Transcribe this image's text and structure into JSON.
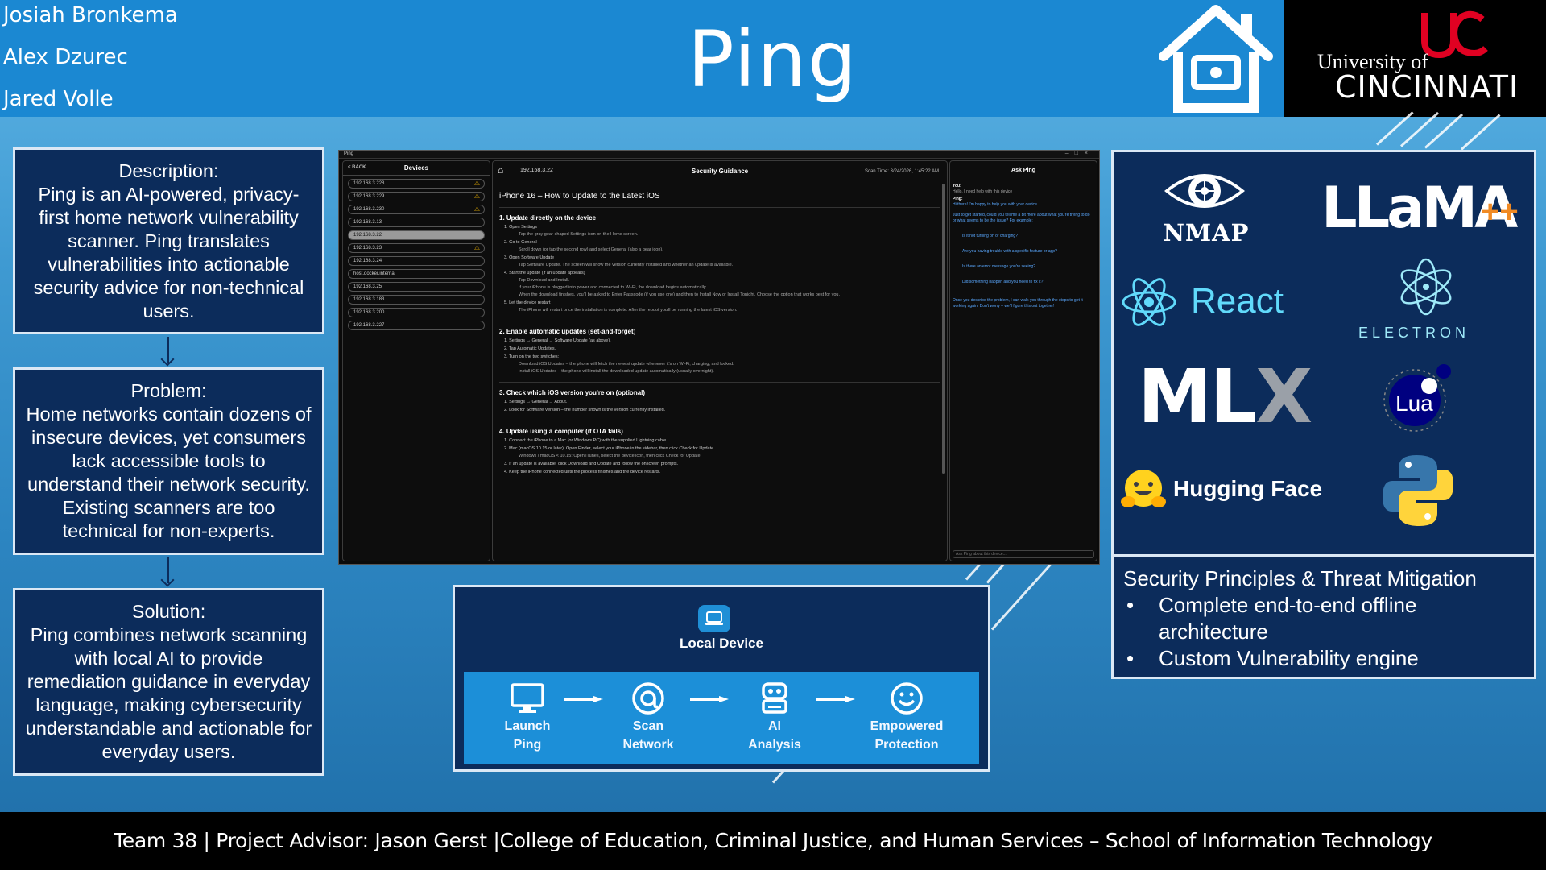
{
  "header": {
    "team_members": [
      "Josiah Bronkema",
      "Alex Dzurec",
      "Jared Volle"
    ],
    "title": "Ping",
    "university": {
      "line1": "University of",
      "line2": "CINCINNATI"
    }
  },
  "left_panels": {
    "description": {
      "heading": "Description:",
      "text": "Ping is an AI-powered, privacy-first home network vulnerability scanner. Ping translates vulnerabilities into actionable security advice for non-technical users."
    },
    "problem": {
      "heading": "Problem:",
      "text": "Home networks contain dozens of insecure devices, yet consumers lack accessible tools to understand their network security. Existing scanners are too technical for non-experts."
    },
    "solution": {
      "heading": "Solution:",
      "text": "Ping combines network scanning with local AI to provide remediation guidance in everyday language, making cybersecurity understandable and actionable for everyday users."
    }
  },
  "app": {
    "window_title": "Ping",
    "devices_panel": {
      "back_label": "< BACK",
      "title": "Devices",
      "items": [
        {
          "label": "192.168.3.228",
          "warn": true
        },
        {
          "label": "192.168.3.229",
          "warn": true
        },
        {
          "label": "192.168.3.230",
          "warn": true
        },
        {
          "label": "192.168.3.13",
          "warn": false
        },
        {
          "label": "192.168.3.22",
          "warn": false,
          "selected": true
        },
        {
          "label": "192.168.3.23",
          "warn": true
        },
        {
          "label": "192.168.3.24",
          "warn": false
        },
        {
          "label": "host.docker.internal",
          "warn": false
        },
        {
          "label": "192.168.3.25",
          "warn": false
        },
        {
          "label": "192.168.3.183",
          "warn": false
        },
        {
          "label": "192.168.3.200",
          "warn": false
        },
        {
          "label": "192.168.3.227",
          "warn": false
        }
      ]
    },
    "guidance_panel": {
      "ip": "192.168.3.22",
      "title": "Security Guidance",
      "scan_time": "Scan Time: 3/24/2026, 1:45:22 AM",
      "doc_title": "iPhone 16 – How to Update to the Latest iOS",
      "sections": [
        {
          "heading": "1. Update directly on the device",
          "lines": [
            "1. Open Settings",
            "Tap the gray gear-shaped Settings icon on the Home screen.",
            "2. Go to General",
            "Scroll down (or tap the second row) and select General (also a gear icon).",
            "3. Open Software Update",
            "Tap Software Update. The screen will show the version currently installed and whether an update is available.",
            "4. Start the update (if an update appears)",
            "Tap Download and Install.",
            "If your iPhone is plugged into power and connected to Wi-Fi, the download begins automatically.",
            "When the download finishes, you'll be asked to Enter Passcode (if you use one) and then to Install Now or Install Tonight. Choose the option that works best for you.",
            "5. Let the device restart",
            "The iPhone will restart once the installation is complete. After the reboot you'll be running the latest iOS version."
          ]
        },
        {
          "heading": "2. Enable automatic updates (set-and-forget)",
          "lines": [
            "1. Settings → General → Software Update (as above).",
            "2. Tap Automatic Updates.",
            "3. Turn on the two switches:",
            "Download iOS Updates – the phone will fetch the newest update whenever it's on Wi-Fi, charging, and locked.",
            "Install iOS Updates – the phone will install the downloaded update automatically (usually overnight)."
          ]
        },
        {
          "heading": "3. Check which iOS version you're on (optional)",
          "lines": [
            "1. Settings → General → About.",
            "2. Look for Software Version – the number shown is the version currently installed."
          ]
        },
        {
          "heading": "4. Update using a computer (if OTA fails)",
          "lines": [
            "1. Connect the iPhone to a Mac (or Windows PC) with the supplied Lightning cable.",
            "2. Mac (macOS 10.15 or later): Open Finder, select your iPhone in the sidebar, then click Check for Update.",
            "Windows / macOS < 10.15: Open iTunes, select the device icon, then click Check for Update.",
            "3. If an update is available, click Download and Update and follow the onscreen prompts.",
            "4. Keep the iPhone connected until the process finishes and the device restarts."
          ]
        }
      ]
    },
    "ask_panel": {
      "title": "Ask Ping",
      "you_label": "You:",
      "you_msg": "Hello, I need help with this device",
      "ping_label": "Ping:",
      "ping_msg": "Hi there! I'm happy to help you with your device.",
      "ping_msg2": "Just to get started, could you tell me a bit more about what you're trying to do or what seems to be the issue? For example:",
      "examples": [
        "Is it not turning on or charging?",
        "Are you having trouble with a specific feature or app?",
        "Is there an error message you're seeing?",
        "Did something happen and you need to fix it?"
      ],
      "ping_msg3": "Once you describe the problem, I can walk you through the steps to get it working again. Don't worry – we'll figure this out together!",
      "input_placeholder": "Ask Ping about this device..."
    }
  },
  "flow": {
    "top_label": "Local Device",
    "steps": [
      {
        "line1": "Launch",
        "line2": "Ping",
        "icon": "monitor-icon"
      },
      {
        "line1": "Scan",
        "line2": "Network",
        "icon": "at-sign-icon"
      },
      {
        "line1": "AI",
        "line2": "Analysis",
        "icon": "robot-icon"
      },
      {
        "line1": "Empowered",
        "line2": "Protection",
        "icon": "smiley-icon"
      }
    ]
  },
  "tech_logos": {
    "nmap": "NMAP",
    "llama": "LLaMA",
    "react": "React",
    "electron": "ELECTRON",
    "mlx": "MLX",
    "lua": "Lua",
    "hugging_face": "Hugging Face"
  },
  "security": {
    "heading": "Security Principles & Threat Mitigation",
    "items": [
      "Complete end-to-end offline architecture",
      "Custom Vulnerability engine"
    ]
  },
  "footer": {
    "text": "Team 38  |  Project Advisor: Jason Gerst  |College of Education, Criminal Justice, and Human Services – School of Information Technology"
  },
  "colors": {
    "header_blue": "#1b88d2",
    "panel_navy": "#0c2c5b",
    "flow_strip": "#1c8fd8",
    "uc_red": "#e00122"
  }
}
